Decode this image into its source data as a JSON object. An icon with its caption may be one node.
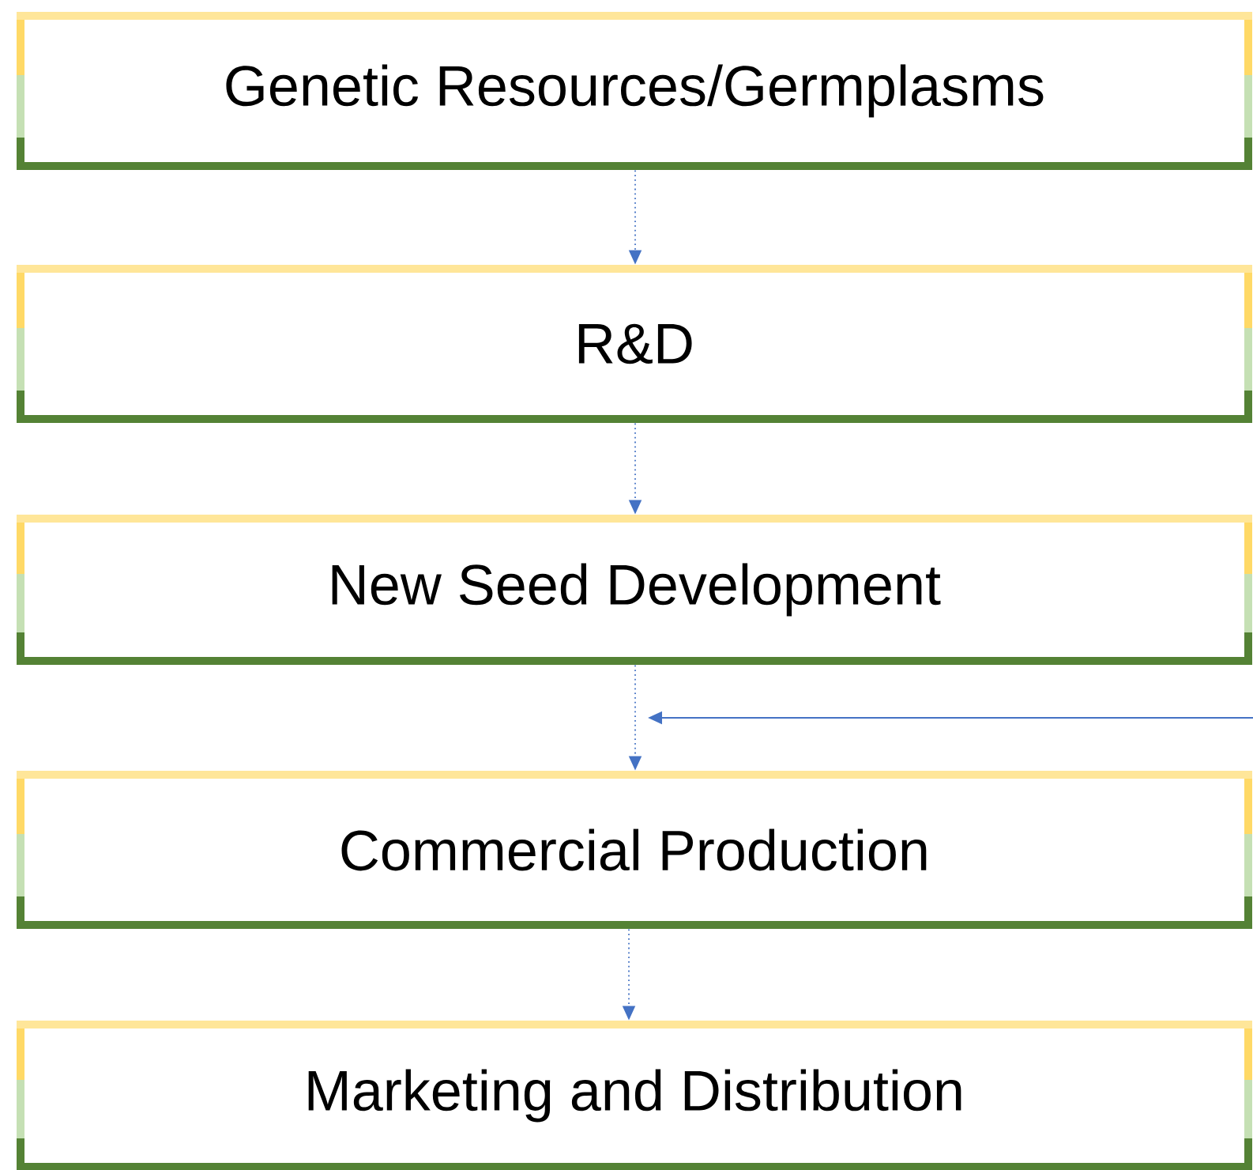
{
  "diagram": {
    "nodes": [
      {
        "text": [
          "Genetic Resources/Germplasms"
        ]
      },
      {
        "text": [
          "R&D"
        ]
      },
      {
        "text": [
          "New Seed Development"
        ]
      },
      {
        "text": [
          "Commercial Production"
        ]
      },
      {
        "text": [
          "Marketing and Distribution"
        ]
      }
    ],
    "edges": [
      {
        "from": 0,
        "to": 1,
        "arrow": "to",
        "style": "dashed"
      },
      {
        "from": 1,
        "to": 2,
        "arrow": "to",
        "style": "dashed"
      },
      {
        "from": 2,
        "to": 3,
        "arrow": "to",
        "style": "dashed"
      },
      {
        "from": null,
        "to": 3,
        "arrow": "to"
      },
      {
        "from": 3,
        "to": 4,
        "arrow": "to",
        "style": "dashed"
      }
    ]
  }
}
